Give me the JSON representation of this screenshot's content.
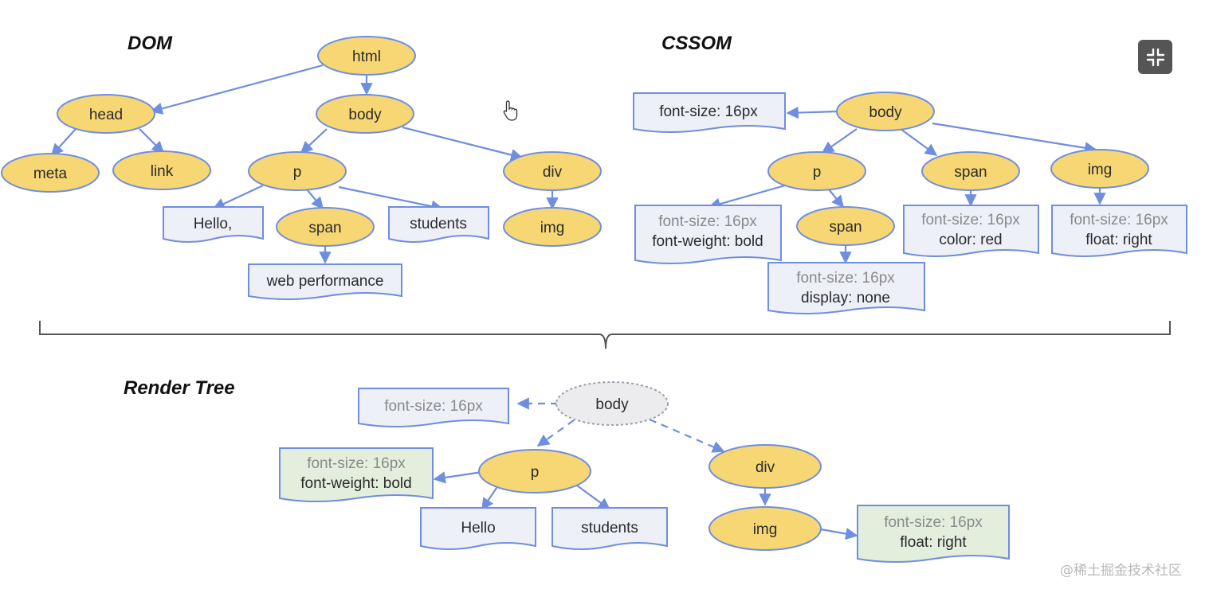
{
  "titles": {
    "dom": "DOM",
    "cssom": "CSSOM",
    "render_tree": "Render Tree"
  },
  "dom": {
    "html": "html",
    "head": "head",
    "body": "body",
    "meta": "meta",
    "link": "link",
    "p": "p",
    "div": "div",
    "span": "span",
    "img": "img",
    "hello": "Hello,",
    "students": "students",
    "web_performance": "web performance"
  },
  "cssom": {
    "body": "body",
    "body_style": "font-size: 16px",
    "p": "p",
    "span": "span",
    "img": "img",
    "p_style_inherited": "font-size: 16px",
    "p_style": "font-weight: bold",
    "inner_span": "span",
    "inner_span_style_inherited": "font-size: 16px",
    "inner_span_style": "display: none",
    "span_style_inherited": "font-size: 16px",
    "span_style": "color: red",
    "img_style_inherited": "font-size: 16px",
    "img_style": "float: right"
  },
  "render_tree": {
    "body": "body",
    "body_style": "font-size: 16px",
    "p": "p",
    "div": "div",
    "img": "img",
    "p_style_inherited": "font-size: 16px",
    "p_style": "font-weight: bold",
    "hello": "Hello",
    "students": "students",
    "img_style_inherited": "font-size: 16px",
    "img_style": "float: right"
  },
  "ui": {
    "fullscreen_icon": "exit-fullscreen-icon",
    "cursor_icon": "hand-pointer-icon"
  },
  "watermark": "@稀土掘金技术社区",
  "colors": {
    "node_fill": "#f7d774",
    "edge": "#6f8ee0",
    "doc_fill": "#eef0f8",
    "doc_green_fill": "#e4eedd",
    "dashed_node_fill": "#ececee"
  }
}
